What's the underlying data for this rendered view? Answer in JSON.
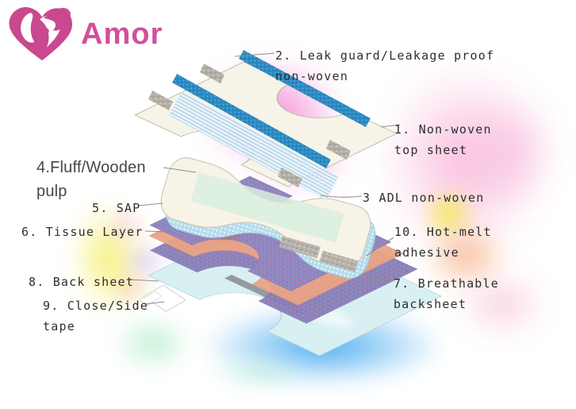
{
  "logo": {
    "brand": "Amor",
    "icon": "heart-mother-baby-icon",
    "brand_color": "#d0509a"
  },
  "diagram": {
    "subject": "diaper exploded layer view",
    "labels": [
      {
        "num": 1,
        "text": "1. Non-woven top sheet"
      },
      {
        "num": 2,
        "text": "2. Leak guard/Leakage proof non-woven"
      },
      {
        "num": 3,
        "text": "3 ADL non-woven"
      },
      {
        "num": 4,
        "text": "4.Fluff/Wooden pulp"
      },
      {
        "num": 5,
        "text": "5. SAP"
      },
      {
        "num": 6,
        "text": "6. Tissue Layer"
      },
      {
        "num": 7,
        "text": "7. Breathable backsheet"
      },
      {
        "num": 8,
        "text": "8. Back sheet"
      },
      {
        "num": 9,
        "text": "9. Close/Side tape"
      },
      {
        "num": 10,
        "text": "10. Hot-melt adhesive"
      }
    ]
  },
  "colors": {
    "brand_pink": "#d0509a",
    "heart_pink": "#c9488e",
    "label_text": "#2e2e2e",
    "leak_guard_blue": "#2d8cc5",
    "top_sheet_cream": "#f6f3e8",
    "fluff_pad_cream": "#f7f4e7",
    "sap_edge_blue": "#b5dcec",
    "tissue_purple": "#9089c2",
    "hot_melt_gray": "#b6b2aa",
    "adhesive_salmon": "#eaa487",
    "back_sheet_aqua": "#d9f0f3",
    "blob_magenta": "#ee6fc4",
    "blob_pink": "#f8b6d8",
    "blob_yellow": "#f3ee5e",
    "blob_blue": "#3fa7ef",
    "blob_green": "#b4ecca",
    "blob_orange": "#f7a877"
  }
}
